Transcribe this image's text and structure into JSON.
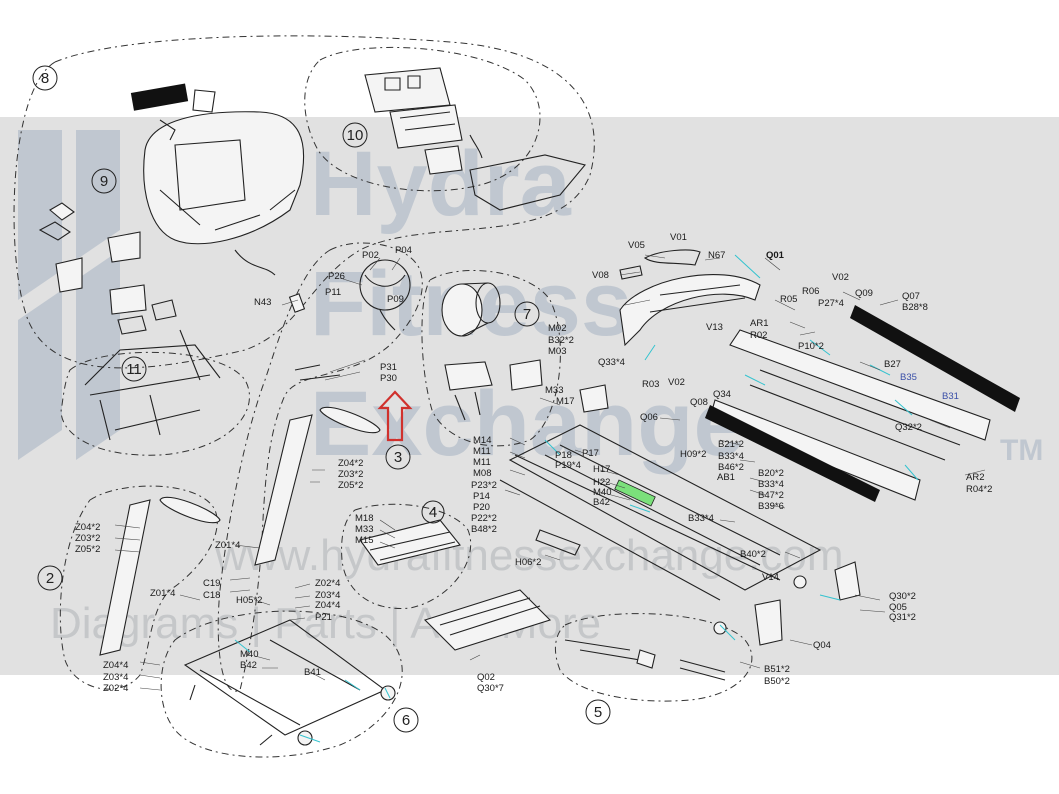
{
  "watermark": {
    "lines": [
      "Hydra",
      "Fitness",
      "Exchange"
    ],
    "tm": "TM",
    "url": "www.hydrafitnessexchange.com",
    "tagline": "Diagrams | Parts | And More"
  },
  "groups": [
    "2",
    "3",
    "4",
    "5",
    "6",
    "7",
    "8",
    "9",
    "10",
    "11"
  ],
  "labels": {
    "V05": "V05",
    "V01": "V01",
    "N67": "N67",
    "Q01": "Q01",
    "V08": "V08",
    "V02a": "V02",
    "V13": "V13",
    "Q33": "Q33*4",
    "R03": "R03",
    "V02b": "V02",
    "Q08": "Q08",
    "Q34": "Q34",
    "Q06": "Q06",
    "R05": "R05",
    "AR1": "AR1",
    "R02": "R02",
    "R06": "R06",
    "P27": "P27*4",
    "P10": "P10*2",
    "Q09": "Q09",
    "Q07": "Q07",
    "B28": "B28*8",
    "B27": "B27",
    "B35": "B35",
    "B31": "B31",
    "Q32": "Q32*2",
    "AR2": "AR2",
    "R04": "R04*2",
    "B21": "B21*2",
    "B33a": "B33*4",
    "B46": "B46*2",
    "H09": "H09*2",
    "B20": "B20*2",
    "B33b": "B33*4",
    "B47": "B47*2",
    "B39": "B39*6",
    "AB1": "AB1",
    "B33c": "B33*4",
    "B40": "B40*2",
    "V14": "V14",
    "Q30a": "Q30*2",
    "Q05": "Q05",
    "Q31": "Q31*2",
    "Q04": "Q04",
    "B51": "B51*2",
    "B50": "B50*2",
    "M02": "M02",
    "B32": "B32*2",
    "M03": "M03",
    "M33a": "M33",
    "M17": "M17",
    "M14": "M14",
    "M11a": "M11",
    "M11b": "M11",
    "M08": "M08",
    "P23": "P23*2",
    "P14": "P14",
    "P20": "P20",
    "P22": "P22*2",
    "B48": "B48*2",
    "P18": "P18",
    "P17": "P17",
    "P19": "P19*4",
    "H17": "H17",
    "H22": "H22",
    "M40a": "M40",
    "B42a": "B42",
    "H06": "H06*2",
    "P02": "P02",
    "P04": "P04",
    "P26": "P26",
    "P11": "P11",
    "P09": "P09",
    "N43": "N43",
    "P31": "P31",
    "P30": "P30",
    "Z04a": "Z04*2",
    "Z03a": "Z03*2",
    "Z05a": "Z05*2",
    "Z01a": "Z01*4",
    "C19": "C19",
    "C18": "C18",
    "Z04b": "Z04*2",
    "Z03b": "Z03*2",
    "Z05b": "Z05*2",
    "Z01b": "Z01*4",
    "Z04c": "Z04*4",
    "Z03c": "Z03*4",
    "Z02a": "Z02*4",
    "H05": "H05*2",
    "Z02b": "Z02*4",
    "Z03d": "Z03*4",
    "Z04d": "Z04*4",
    "P21": "P21",
    "M40b": "M40",
    "B42b": "B42",
    "B41": "B41",
    "M18": "M18",
    "M33b": "M33",
    "M15": "M15",
    "Q02": "Q02",
    "Q30b": "Q30*7"
  }
}
